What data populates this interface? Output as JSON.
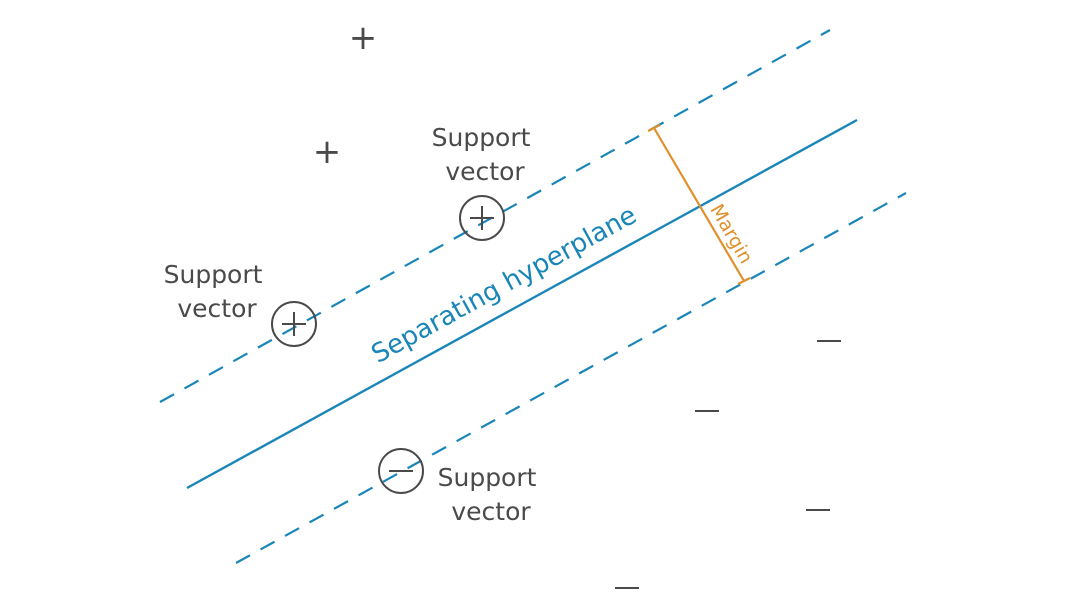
{
  "colors": {
    "hyperplane": "#1a86b8",
    "margin": "#e0902a",
    "points": "#4a4a4a"
  },
  "labels": {
    "hyperplane": "Separating hyperplane",
    "margin": "Margin",
    "support_vector_1": [
      "Support",
      "vector"
    ],
    "support_vector_2": [
      "Support",
      "vector"
    ],
    "support_vector_3": [
      "Support",
      "vector"
    ]
  },
  "points": {
    "positive_symbol": "+",
    "negative_symbol": "−"
  }
}
